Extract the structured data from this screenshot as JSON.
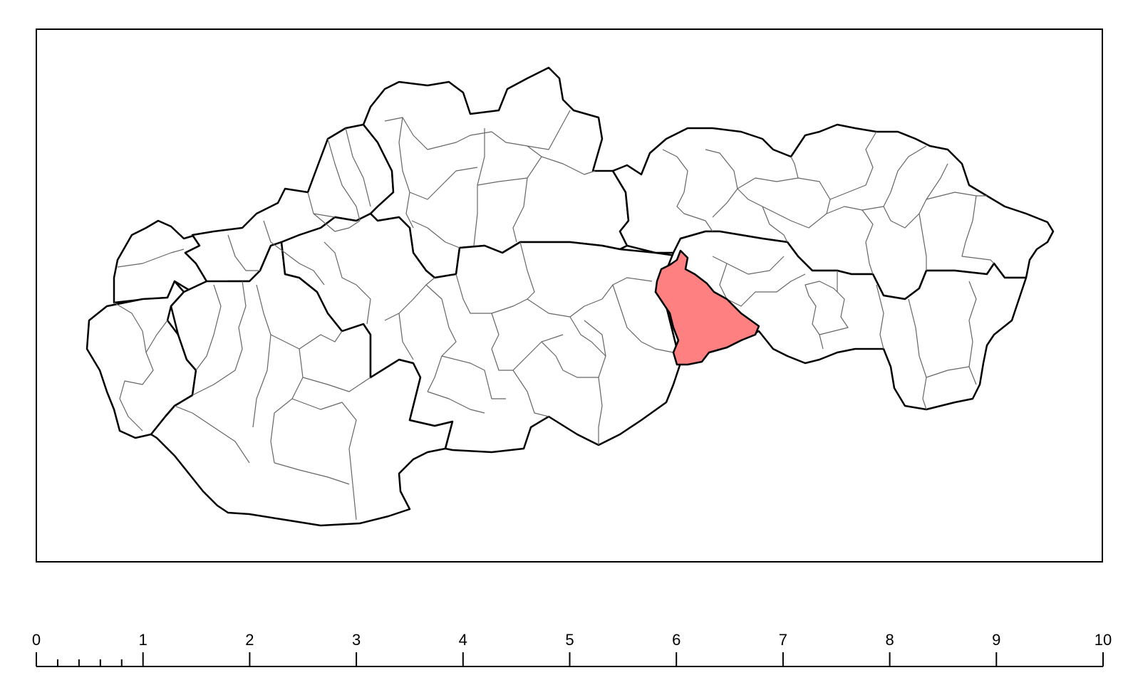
{
  "map": {
    "highlight_color": "#ff8080",
    "outline_color": "#000000",
    "district_border_color": "#666666",
    "background_color": "#ffffff"
  },
  "scale_bar": {
    "labels": [
      "0",
      "1",
      "2",
      "3",
      "4",
      "5",
      "6",
      "7",
      "8",
      "9",
      "10"
    ],
    "minor_subdivisions": 5
  }
}
